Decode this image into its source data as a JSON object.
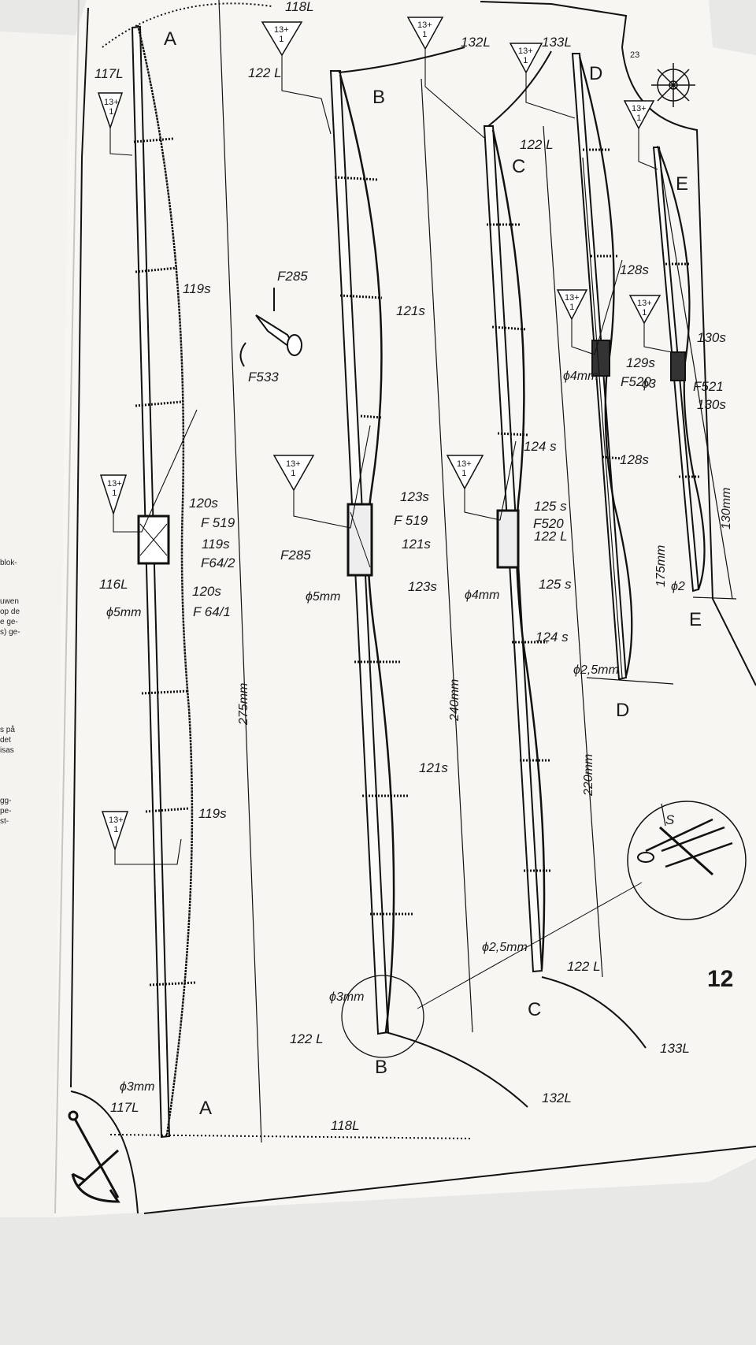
{
  "page_number": "12",
  "corner_number": "23",
  "warning_symbol": "13+\n1",
  "masts": {
    "A": {
      "label": "A",
      "length": "275mm",
      "dia_top": "ϕ5mm",
      "dia_bottom": "ϕ3mm"
    },
    "B": {
      "label": "B",
      "length": "240mm",
      "dia_top": "ϕ5mm",
      "dia_bottom": "ϕ3mm"
    },
    "C": {
      "label": "C",
      "length": "220mm",
      "dia_top": "ϕ4mm",
      "dia_bottom": "ϕ2,5mm"
    },
    "D": {
      "label": "D",
      "length": "175mm",
      "dia_top": "ϕ4mm",
      "dia_bottom": "ϕ2,5mm"
    },
    "E": {
      "label": "E",
      "length": "130mm",
      "dia_top": "ϕ3",
      "dia_bottom": "ϕ2"
    }
  },
  "parts": {
    "p117L": "117L",
    "p118L": "118L",
    "p119s": "119s",
    "p120s": "120s",
    "p116L": "116L",
    "pF519": "F 519",
    "pF64_2": "F64/2",
    "pF64_1": "F 64/1",
    "p122L": "122 L",
    "p132L": "132L",
    "p133L": "133L",
    "p121s": "121s",
    "p123s": "123s",
    "pF285": "F285",
    "pF533": "F533",
    "p124s": "124 s",
    "p125s": "125 s",
    "pF520": "F520",
    "p128s": "128s",
    "p129s": "129s",
    "p130s": "130s",
    "pF521": "F521",
    "detail_s": "S"
  },
  "left_page_text": [
    "blok-",
    "uwen",
    "op de",
    "e ge-",
    "s) ge-",
    "s på",
    "det",
    "isas",
    "gg-",
    "pe-",
    "st-"
  ]
}
